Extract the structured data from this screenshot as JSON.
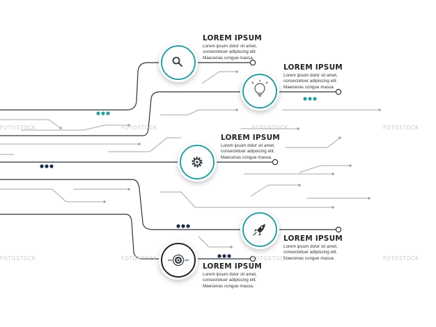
{
  "steps": [
    {
      "title": "LOREM IPSUM",
      "body": "Lorem ipsum dolor sit amet,\nconsectetuer adipiscing elit.\nMaecenas congue massa.",
      "icon": "magnifier-icon",
      "ring": "#2a9d9f"
    },
    {
      "title": "LOREM IPSUM",
      "body": "Lorem ipsum dolor sit amet,\nconsectetuer adipiscing elit.\nMaecenas congue massa.",
      "icon": "lightbulb-icon",
      "ring": "#2a9d9f"
    },
    {
      "title": "LOREM IPSUM",
      "body": "Lorem ipsum dolor sit amet,\nconsectetuer adipiscing elit.\nMaecenas congue massa.",
      "icon": "gear-icon",
      "ring": "#2a9d9f"
    },
    {
      "title": "LOREM IPSUM",
      "body": "Lorem ipsum dolor sit amet,\nconsectetuer adipiscing elit.\nMaecenas congue massa.",
      "icon": "rocket-icon",
      "ring": "#2a9d9f"
    },
    {
      "title": "LOREM IPSUM",
      "body": "Lorem ipsum dolor sit amet,\nconsectetuer adipiscing elit.\nMaecenas congue massa.",
      "icon": "target-icon",
      "ring": "#1f2326"
    }
  ],
  "watermark": "FOTOSTOCK",
  "colors": {
    "accent": "#2a9d9f",
    "dark": "#2b3238",
    "trace": "#9a9a9a",
    "navy": "#1e2d4a"
  }
}
